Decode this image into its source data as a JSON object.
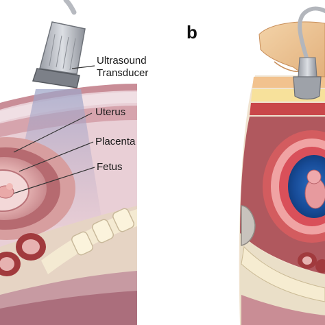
{
  "panel_b": {
    "letter": "b"
  },
  "labels": {
    "transducer_line1": "Ultrasound",
    "transducer_line2": "Transducer",
    "uterus": "Uterus",
    "placenta": "Placenta",
    "fetus": "Fetus"
  }
}
